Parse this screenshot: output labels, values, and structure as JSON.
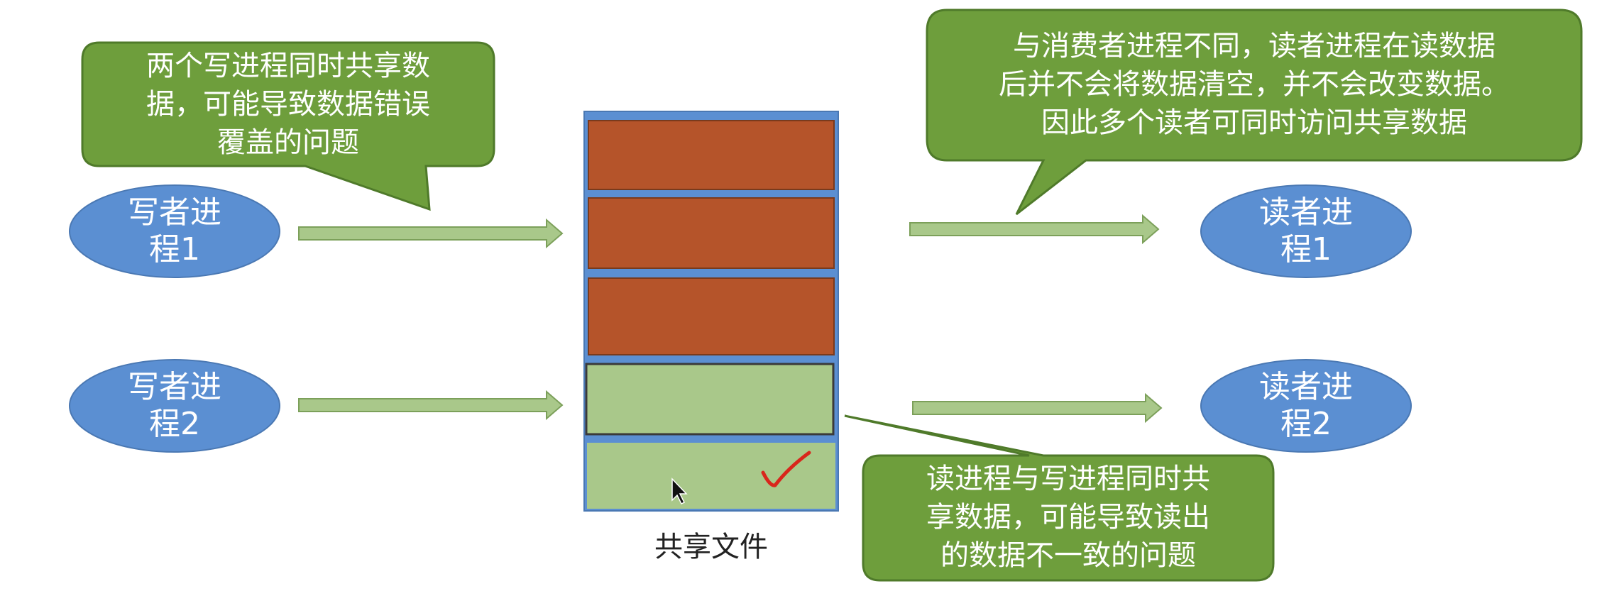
{
  "callouts": {
    "writers": "两个写进程同时共享数\n据，可能导致数据错误\n覆盖的问题",
    "readers": "与消费者进程不同，读者进程在读数据\n后并不会将数据清空，并不会改变数据。\n因此多个读者可同时访问共享数据",
    "read_write": "读进程与写进程同时共\n享数据，可能导致读出\n的数据不一致的问题"
  },
  "processes": {
    "writer1": "写者进\n程1",
    "writer2": "写者进\n程2",
    "reader1": "读者进\n程1",
    "reader2": "读者进\n程2"
  },
  "shared_file": {
    "label": "共享文件",
    "blocks": [
      "written",
      "written",
      "written",
      "clean",
      "clean"
    ]
  },
  "colors": {
    "ellipse_fill": "#5b8fd2",
    "callout_fill": "#6e9e3c",
    "written_block": "#b5542a",
    "clean_block": "#a9c88a",
    "arrow_fill": "#a9c88a",
    "file_border": "#5b8fd2",
    "check_mark": "#d9261c"
  },
  "icons": {
    "cursor": "mouse-pointer-icon",
    "check": "red-check-mark-icon"
  }
}
